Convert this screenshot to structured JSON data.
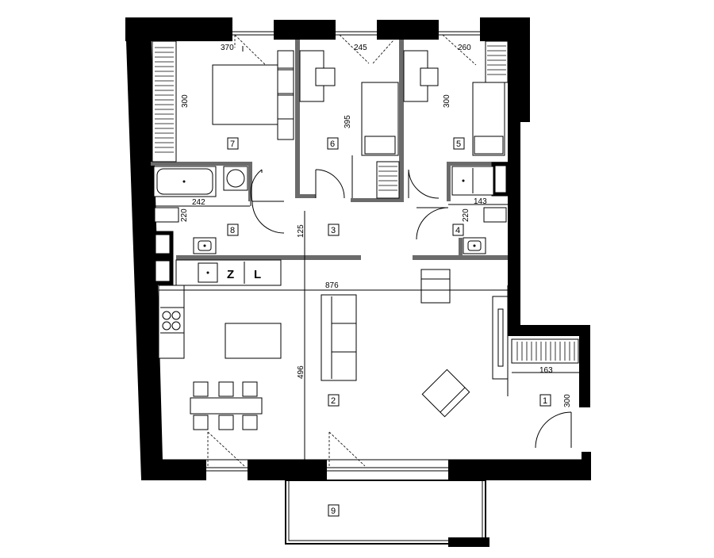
{
  "rooms": [
    {
      "id": "room-1",
      "label": "1"
    },
    {
      "id": "room-2",
      "label": "2"
    },
    {
      "id": "room-3",
      "label": "3"
    },
    {
      "id": "room-4",
      "label": "4"
    },
    {
      "id": "room-5",
      "label": "5"
    },
    {
      "id": "room-6",
      "label": "6"
    },
    {
      "id": "room-7",
      "label": "7"
    },
    {
      "id": "room-8",
      "label": "8"
    },
    {
      "id": "room-9",
      "label": "9"
    }
  ],
  "dimensions": {
    "d370": "370",
    "d245": "245",
    "d260": "260",
    "d300a": "300",
    "d395": "395",
    "d300b": "300",
    "d242": "242",
    "d220a": "220",
    "d143": "143",
    "d220b": "220",
    "d125": "125",
    "d876": "876",
    "d496": "496",
    "d163": "163",
    "d300c": "300"
  },
  "fixtures": {
    "z": "Z",
    "l": "L"
  }
}
